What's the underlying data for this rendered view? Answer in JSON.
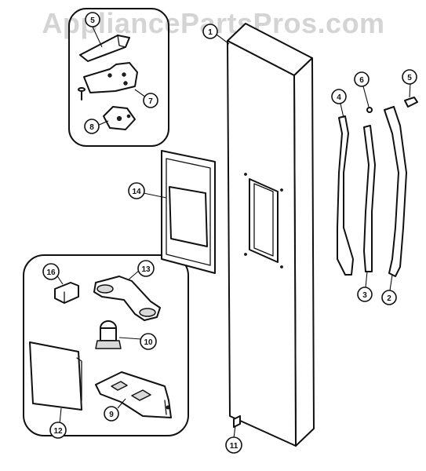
{
  "watermark": "AppliancePartsPros.com",
  "callouts": [
    "1",
    "2",
    "3",
    "4",
    "5",
    "6",
    "5",
    "7",
    "8",
    "9",
    "10",
    "11",
    "12",
    "13",
    "14",
    "16"
  ]
}
